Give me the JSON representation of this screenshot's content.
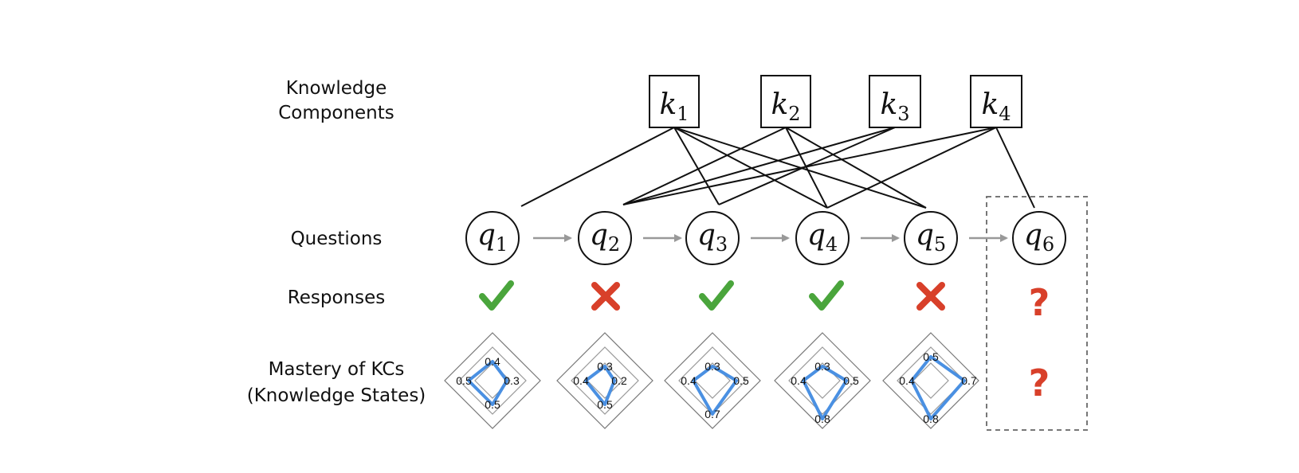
{
  "labels": {
    "kc_line1": "Knowledge",
    "kc_line2": "Components",
    "questions": "Questions",
    "responses": "Responses",
    "mastery_line1": "Mastery of KCs",
    "mastery_line2": "(Knowledge States)"
  },
  "kcs": [
    {
      "var": "k",
      "sub": "1"
    },
    {
      "var": "k",
      "sub": "2"
    },
    {
      "var": "k",
      "sub": "3"
    },
    {
      "var": "k",
      "sub": "4"
    }
  ],
  "questions": [
    {
      "var": "q",
      "sub": "1"
    },
    {
      "var": "q",
      "sub": "2"
    },
    {
      "var": "q",
      "sub": "3"
    },
    {
      "var": "q",
      "sub": "4"
    },
    {
      "var": "q",
      "sub": "5"
    },
    {
      "var": "q",
      "sub": "6"
    }
  ],
  "edges": [
    {
      "kc": 1,
      "q": 1
    },
    {
      "kc": 1,
      "q": 3
    },
    {
      "kc": 1,
      "q": 4
    },
    {
      "kc": 1,
      "q": 5
    },
    {
      "kc": 2,
      "q": 2
    },
    {
      "kc": 2,
      "q": 4
    },
    {
      "kc": 2,
      "q": 5
    },
    {
      "kc": 3,
      "q": 2
    },
    {
      "kc": 3,
      "q": 3
    },
    {
      "kc": 4,
      "q": 2
    },
    {
      "kc": 4,
      "q": 4
    },
    {
      "kc": 4,
      "q": 6
    }
  ],
  "responses": [
    "correct",
    "incorrect",
    "correct",
    "correct",
    "incorrect",
    "unknown"
  ],
  "unknown_mark": "?",
  "knowledge_states": [
    {
      "top": "0.4",
      "left": "0.5",
      "right": "0.3",
      "bottom": "0.5"
    },
    {
      "top": "0.3",
      "left": "0.4",
      "right": "0.2",
      "bottom": "0.5"
    },
    {
      "top": "0.3",
      "left": "0.4",
      "right": "0.5",
      "bottom": "0.7"
    },
    {
      "top": "0.3",
      "left": "0.4",
      "right": "0.5",
      "bottom": "0.8"
    },
    {
      "top": "0.5",
      "left": "0.4",
      "right": "0.7",
      "bottom": "0.8"
    }
  ],
  "colors": {
    "correct": "#4aa53c",
    "incorrect": "#d8402a",
    "unknown": "#d8402a",
    "mastery_line": "#4a90e2",
    "arrow": "#999999"
  }
}
